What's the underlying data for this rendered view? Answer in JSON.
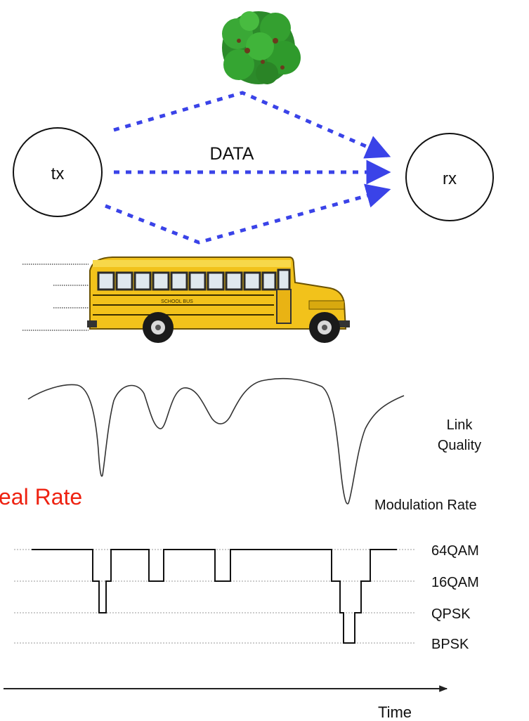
{
  "nodes": {
    "tx_label": "tx",
    "rx_label": "rx"
  },
  "paths": {
    "data_label": "DATA",
    "path_color": "#3a43e8"
  },
  "obstacles": {
    "tree_icon": "tree-icon",
    "bus_icon": "school-bus-icon",
    "bus_side_text": "SCHOOL BUS"
  },
  "signal": {
    "link_quality_line1": "Link",
    "link_quality_line2": "Quality"
  },
  "rate": {
    "ideal_rate_label": "eal Rate",
    "ideal_rate_color": "#ee2211",
    "modulation_title": "Modulation Rate",
    "levels": [
      "64QAM",
      "16QAM",
      "QPSK",
      "BPSK"
    ]
  },
  "axis": {
    "time_label": "Time"
  }
}
